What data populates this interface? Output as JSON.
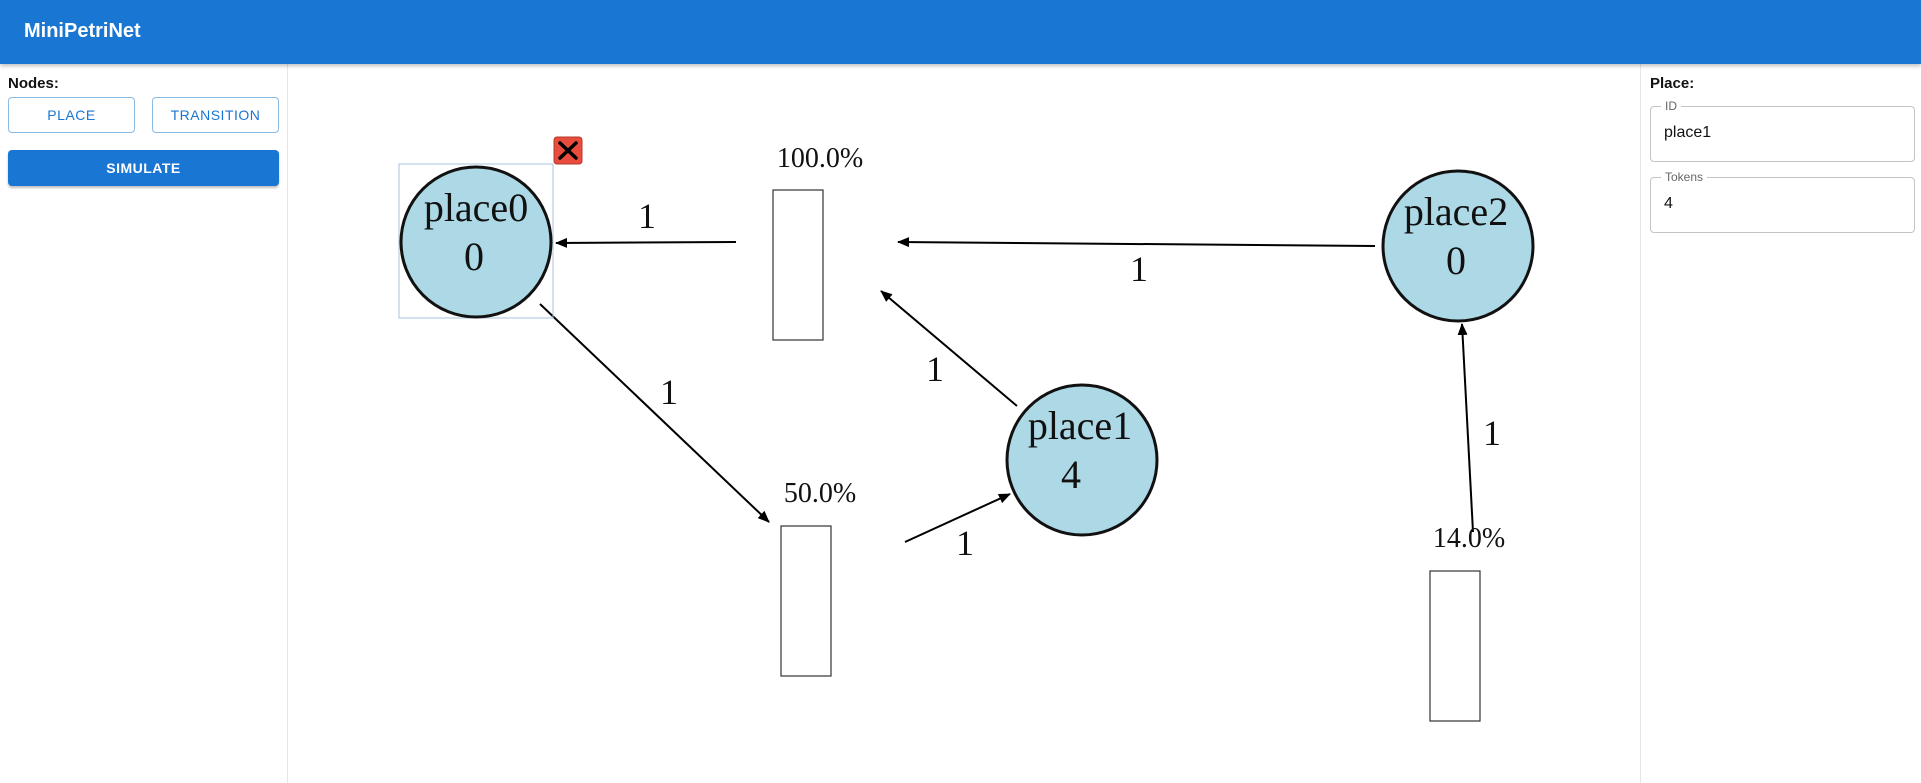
{
  "app": {
    "title": "MiniPetriNet"
  },
  "left_panel": {
    "nodes_label": "Nodes:",
    "place_button": "PLACE",
    "transition_button": "TRANSITION",
    "simulate_button": "SIMULATE"
  },
  "right_panel": {
    "section_label": "Place:",
    "id_field": {
      "label": "ID",
      "value": "place1"
    },
    "tokens_field": {
      "label": "Tokens",
      "value": "4"
    }
  },
  "net": {
    "places": [
      {
        "name": "place0",
        "tokens": "0"
      },
      {
        "name": "place1",
        "tokens": "4"
      },
      {
        "name": "place2",
        "tokens": "0"
      }
    ],
    "transitions": [
      {
        "label": "100.0%"
      },
      {
        "label": "50.0%"
      },
      {
        "label": "14.0%"
      }
    ],
    "arcs": [
      {
        "weight": "1"
      },
      {
        "weight": "1"
      },
      {
        "weight": "1"
      },
      {
        "weight": "1"
      },
      {
        "weight": "1"
      },
      {
        "weight": "1"
      }
    ]
  },
  "colors": {
    "appbar": "#1976d2",
    "place_fill": "#add8e6",
    "delete_icon": "#e74c3c"
  },
  "selected_node": "place0"
}
